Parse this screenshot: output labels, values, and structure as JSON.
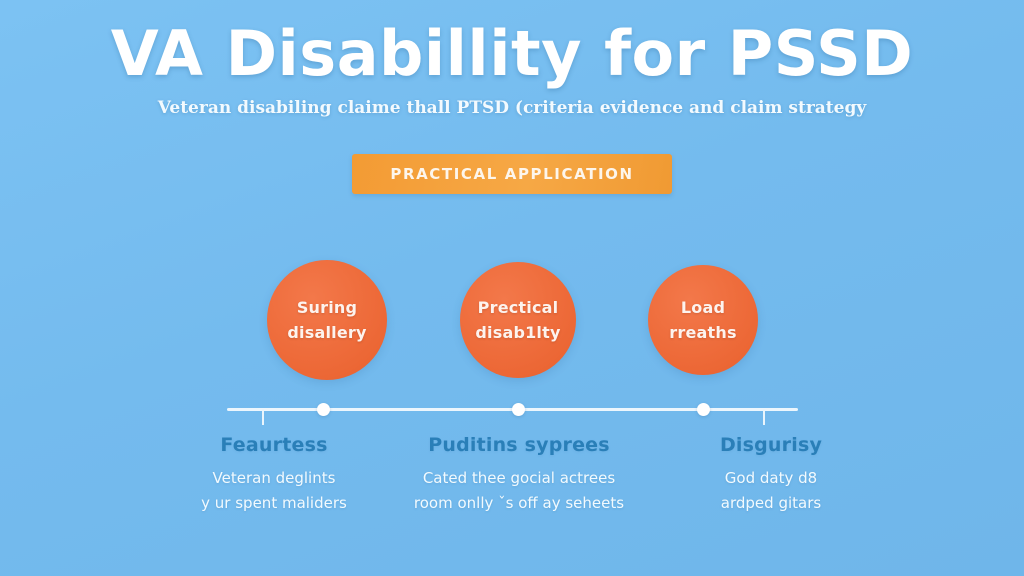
{
  "header": {
    "title": "VA Disabillity for PSSD",
    "subtitle": "Veteran disabiling claime thall PTSD (criteria evidence and claim strategy"
  },
  "banner": {
    "label": "PRACTICAL APPLICATION",
    "color": "#f4a23c"
  },
  "theme": {
    "background": "#76bdf0",
    "circle_fill": "#ee6c3c",
    "heading_color": "#2a7fb8",
    "text_color": "#f2fafe",
    "accent_white": "#ffffff"
  },
  "circles": [
    {
      "line1": "Suring",
      "line2": "disallery"
    },
    {
      "line1": "Prectical",
      "line2": "disab1lty"
    },
    {
      "line1": "Load",
      "line2": "rreaths"
    }
  ],
  "timeline": {
    "markers": [
      "dot",
      "dot",
      "dot"
    ],
    "ticks": [
      "tick-left",
      "tick-right"
    ]
  },
  "columns": [
    {
      "heading": "Feaurtess",
      "line1": "Veteran deglints",
      "line2": "y ur spent maliders"
    },
    {
      "heading": "Puditins syprees",
      "line1": "Cated thee gocial actrees",
      "line2": "room onlly ˇs off ay seheets"
    },
    {
      "heading": "Disgurisy",
      "line1": "God daty d8",
      "line2": "ardped gitars"
    }
  ]
}
